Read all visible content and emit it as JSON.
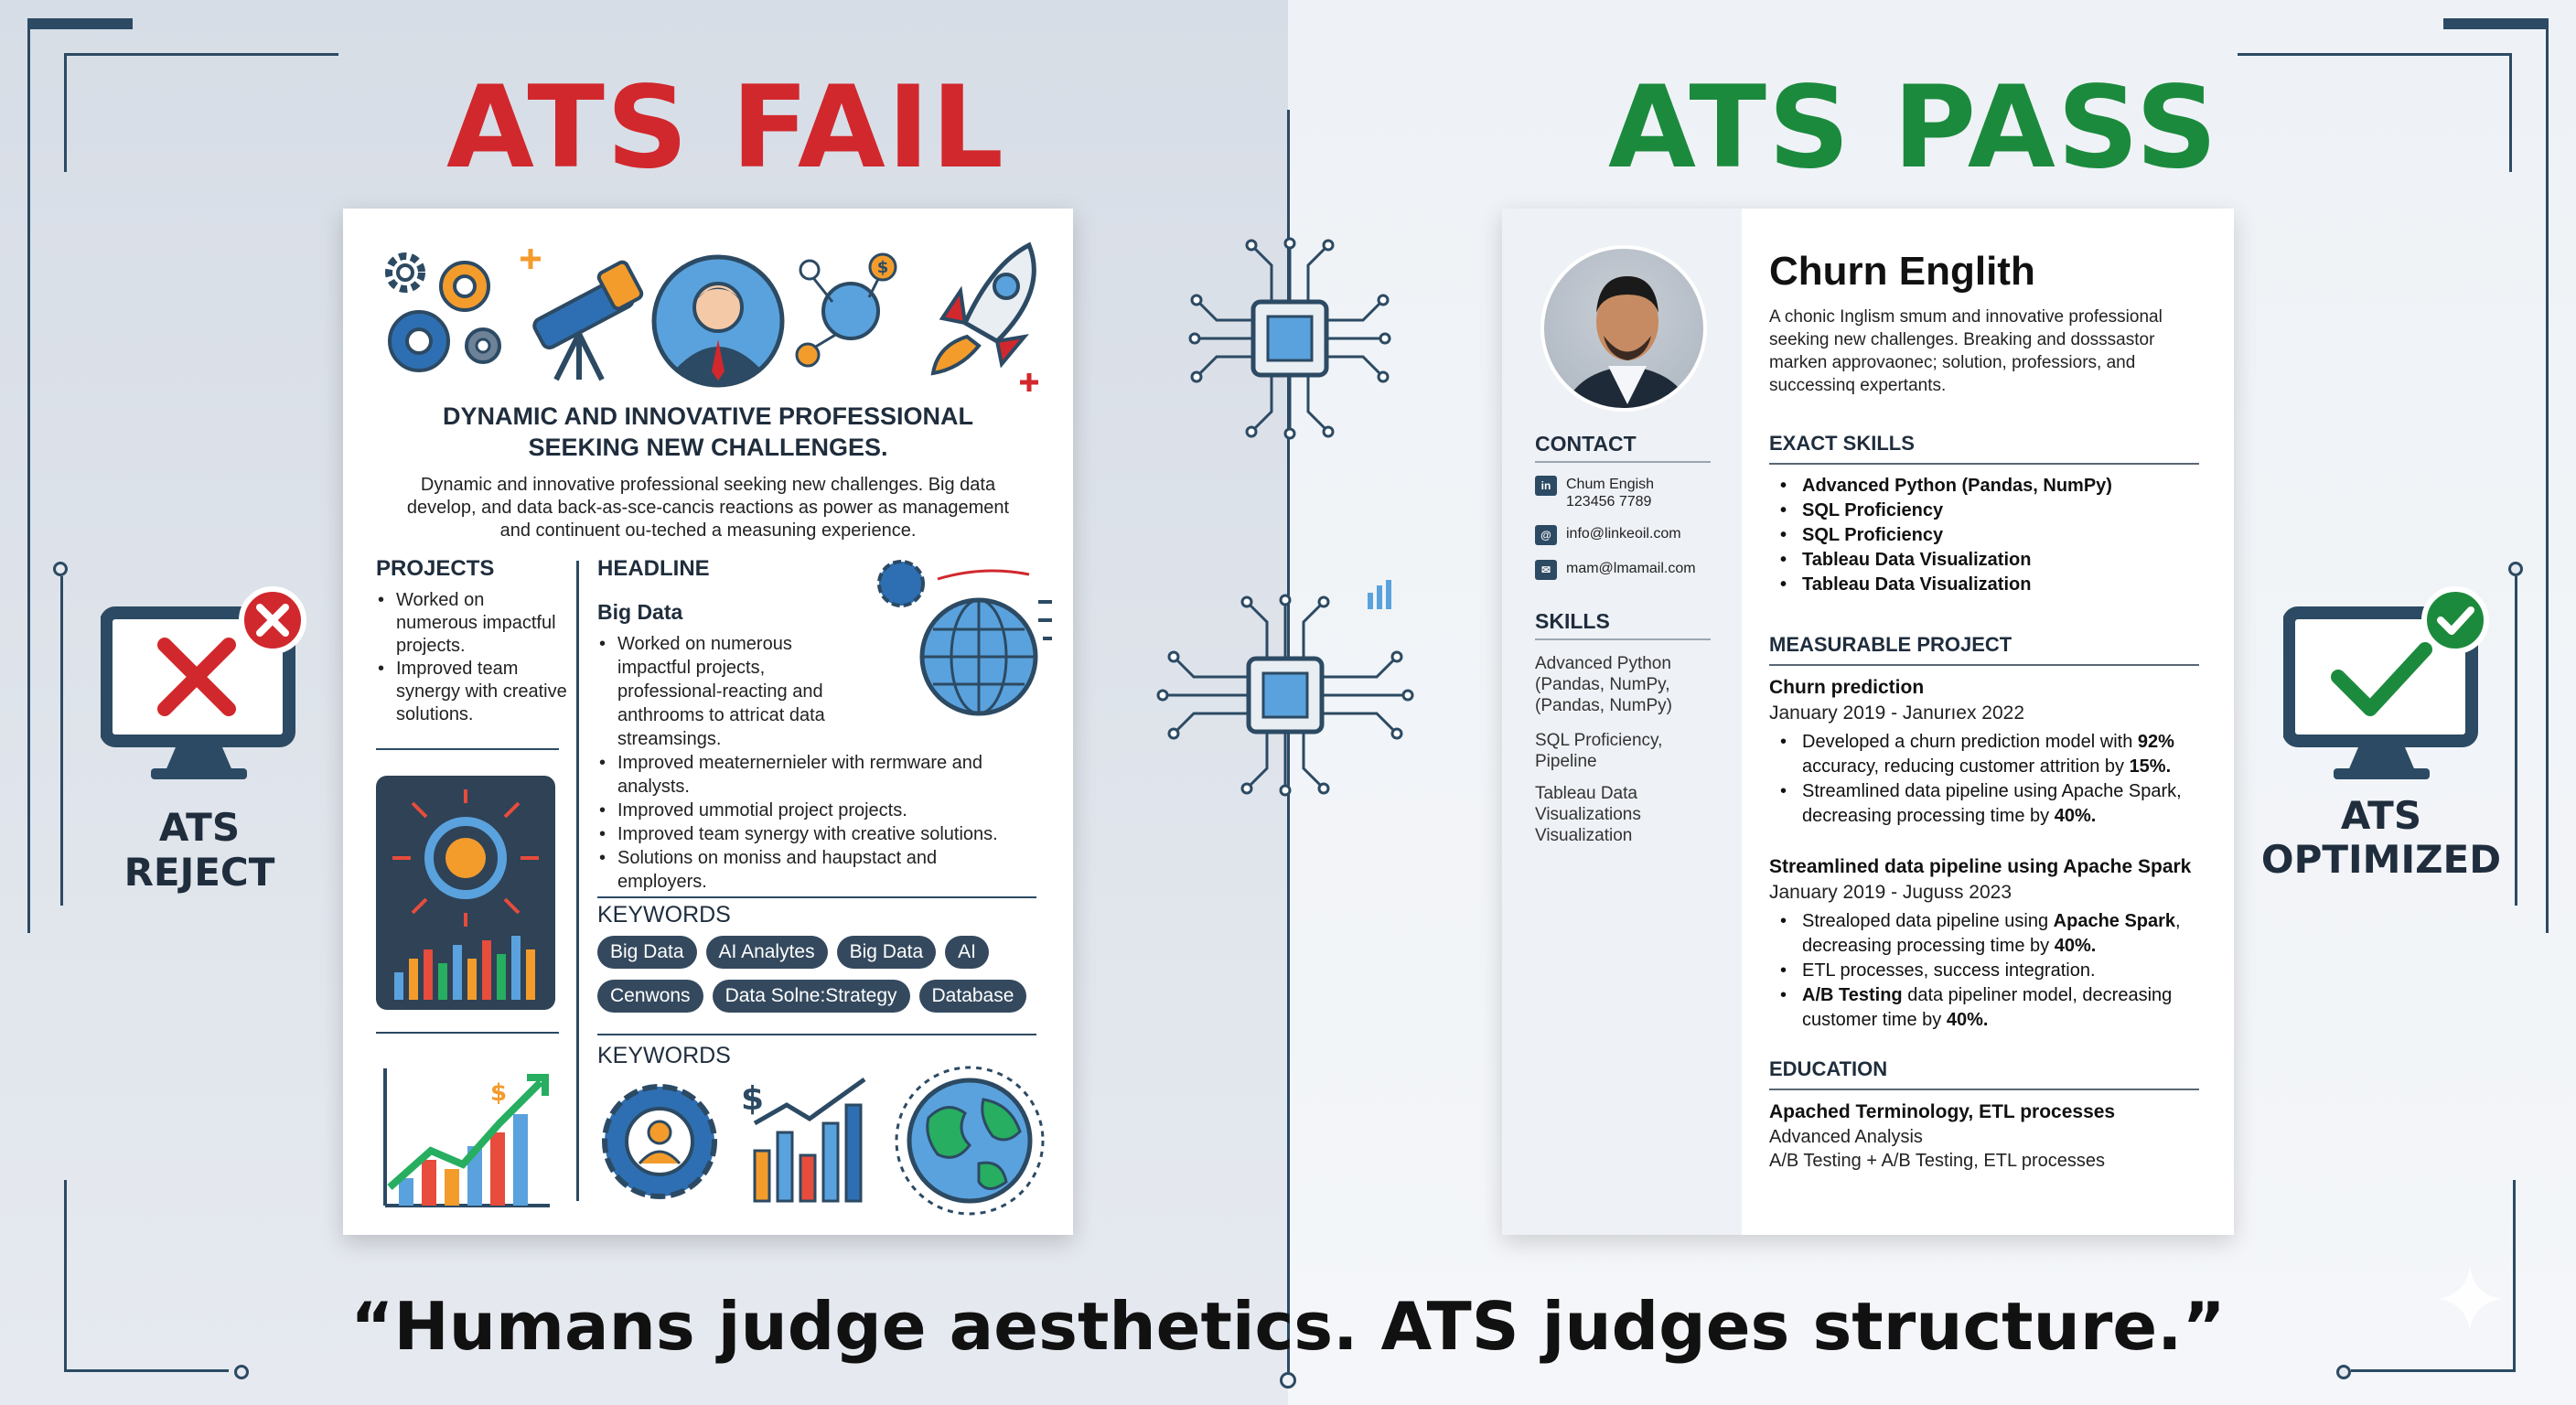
{
  "titles": {
    "fail": "ATS FAIL",
    "pass": "ATS PASS"
  },
  "left_badge": {
    "label": "ATS REJECT",
    "icon": "monitor-x-icon"
  },
  "right_badge": {
    "label_line1": "ATS",
    "label_line2": "OPTIMIZED",
    "icon": "monitor-check-icon"
  },
  "fail_resume": {
    "headline_line1": "DYNAMIC AND INNOVATIVE PROFESSIONAL",
    "headline_line2": "SEEKING NEW CHALLENGES.",
    "intro_line1": "Dynamic and innovative professional seeking new challenges. Big data",
    "intro_line2": "develop, and data back-as-sce-cancis reactions as power as management",
    "intro_line3": "and continuent ou-teched a measuning experience.",
    "projects_title": "PROJECTS",
    "projects": [
      "Worked on numerous impactful projects.",
      "Improved team synergy with creative solutions."
    ],
    "headline_title": "HEADLINE",
    "big_data_title": "Big Data",
    "headline_items": [
      "Worked on numerous impactful projects, professional-reacting and anthrooms to attricat data streamsings.",
      "Improved meaternernieler with rermware and analysts.",
      "Improved ummotial project projects.",
      "Improved team synergy with creative solutions.",
      "Solutions on moniss and haupstact and employers."
    ],
    "keywords_title_1": "KEYWORDS",
    "chips": [
      "Big Data",
      "AI Analytes",
      "Big Data",
      "AI",
      "Cenwons",
      "Data Solne:Strategy",
      "Database"
    ],
    "keywords_title_2": "KEYWORDS"
  },
  "pass_resume": {
    "name": "Churn Englith",
    "summary": "A chonic Inglism smum and innovative professional seeking new challenges. Breaking and dosssastor marken approvaonec; solution, professiors, and successinq expertants.",
    "contact_title": "CONTACT",
    "contact": [
      {
        "icon": "linkedin-icon",
        "glyph": "in",
        "line1": "Chum Engish",
        "line2": "123456 7789"
      },
      {
        "icon": "email-icon",
        "glyph": "@",
        "line1": "info@linkeoil.com",
        "line2": ""
      },
      {
        "icon": "mail-icon",
        "glyph": "✉",
        "line1": "mam@lmamail.com",
        "line2": ""
      }
    ],
    "skills_title": "SKILLS",
    "skills": [
      "Advanced Python (Pandas, NumPy, (Pandas, NumPy)",
      "SQL Proficiency, Pipeline",
      "Tableau Data Visualizations Visualization"
    ],
    "exact_skills_title": "EXACT SKILLS",
    "exact_skills": [
      "Advanced Python (Pandas, NumPy)",
      "SQL Proficiency",
      "SQL Proficiency",
      "Tableau Data Visualization",
      "Tableau Data Visualization"
    ],
    "project_title": "MEASURABLE PROJECT",
    "project1": {
      "title": "Churn prediction",
      "date": "January 2019 - Janurıex 2022",
      "b1_pre": "Developed a churn prediction model with ",
      "b1_b1": "92%",
      "b1_mid": " accuracy, reducing customer attrition by ",
      "b1_b2": "15%.",
      "b2": "Streamlined data pipeline using Apache Spark, decreasing processing time by ",
      "b2_b": "40%."
    },
    "project2": {
      "title": "Streamlined data pipeline using Apache Spark",
      "date": "January 2019 - Juguss 2023",
      "b1_pre": "Strealoped data pipeline using ",
      "b1_b1": "Apache Spark",
      "b1_mid": ", decreasing processing time by ",
      "b1_b2": "40%.",
      "b2": "ETL processes, success integration.",
      "b3_b": "A/B Testing",
      "b3": " data pipeliner model, decreasing customer time by ",
      "b3_b2": "40%."
    },
    "education_title": "EDUCATION",
    "education_bold": "Apached Terminology, ETL processes",
    "education_line2": "Advanced Analysis",
    "education_line3": "A/B Testing + A/B Testing, ETL processes"
  },
  "quote": "“Humans judge aesthetics. ATS judges structure.”",
  "colors": {
    "fail": "#d1282d",
    "pass": "#1c8a3d",
    "navy": "#2c4a63"
  }
}
